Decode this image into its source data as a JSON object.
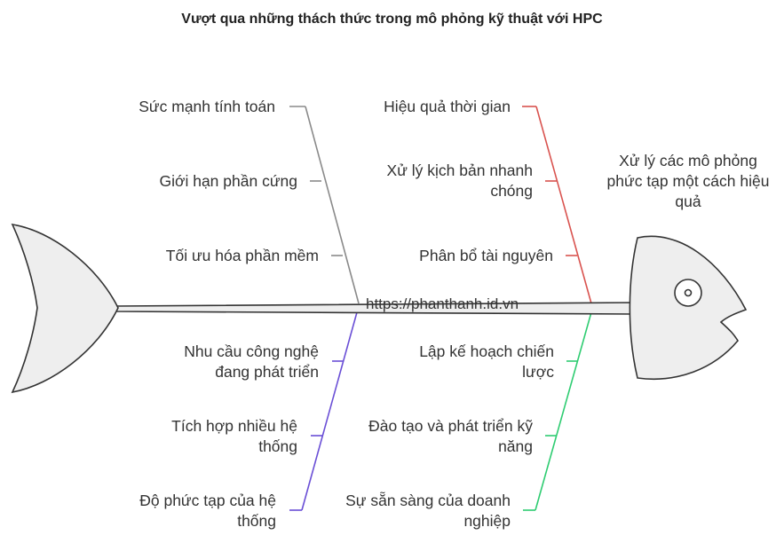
{
  "title": "Vượt qua những thách thức trong mô phỏng kỹ thuật với HPC",
  "effect": "Xử lý các mô phỏng phức tạp một cách hiệu quả",
  "watermark": "https://phanthanh.id.vn",
  "colors": {
    "top_left": "#8a8a8a",
    "top_right": "#d9534f",
    "bottom_left": "#6a4fd6",
    "bottom_right": "#2ecc71",
    "fish": "#333333",
    "fish_fill": "#eeeeee"
  },
  "categories": {
    "top_left": [
      "Sức mạnh tính toán",
      "Giới hạn phần cứng",
      "Tối ưu hóa phần mềm"
    ],
    "top_right": [
      "Hiệu quả thời gian",
      "Xử lý kịch bản nhanh chóng",
      "Phân bổ tài nguyên"
    ],
    "bottom_left": [
      "Nhu cầu công nghệ đang phát triển",
      "Tích hợp nhiều hệ thống",
      "Độ phức tạp của hệ thống"
    ],
    "bottom_right": [
      "Lập kế hoạch chiến lược",
      "Đào tạo và phát triển kỹ năng",
      "Sự sẵn sàng của doanh nghiệp"
    ]
  }
}
